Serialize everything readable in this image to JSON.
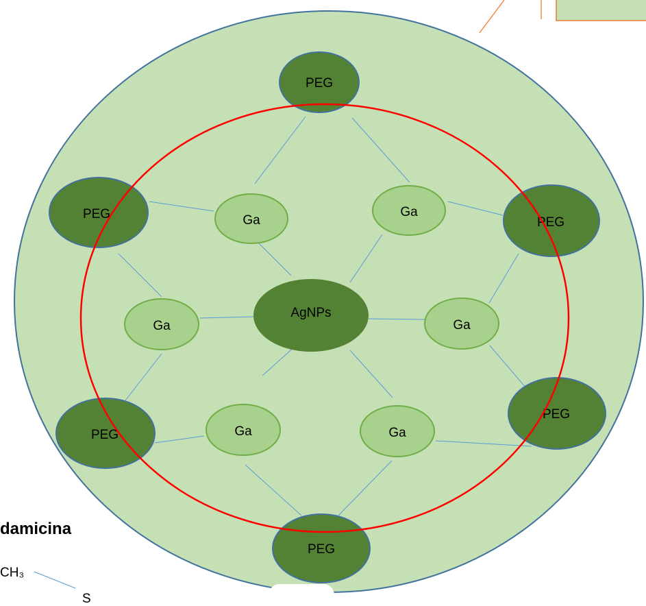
{
  "colors": {
    "outer_circle_fill": "#c5e0b4",
    "outer_circle_stroke": "#41719c",
    "peg_fill": "#548235",
    "peg_stroke": "#41719c",
    "ga_fill": "#a9d18e",
    "ga_stroke": "#70ad47",
    "agnps_fill": "#548235",
    "connector_line": "#5b9bd5",
    "red_ring": "#ff0000",
    "corner_box_stroke": "#ed7d31"
  },
  "nodes": {
    "center": {
      "label": "AgNPs"
    },
    "ga": [
      {
        "label": "Ga"
      },
      {
        "label": "Ga"
      },
      {
        "label": "Ga"
      },
      {
        "label": "Ga"
      },
      {
        "label": "Ga"
      },
      {
        "label": "Ga"
      }
    ],
    "peg": [
      {
        "label": "PEG"
      },
      {
        "label": "PEG"
      },
      {
        "label": "PEG"
      },
      {
        "label": "PEG"
      },
      {
        "label": "PEG"
      },
      {
        "label": "PEG"
      }
    ]
  },
  "side_text": {
    "clindamicina": "damicina",
    "ch3": "CH₃",
    "s": "S"
  }
}
